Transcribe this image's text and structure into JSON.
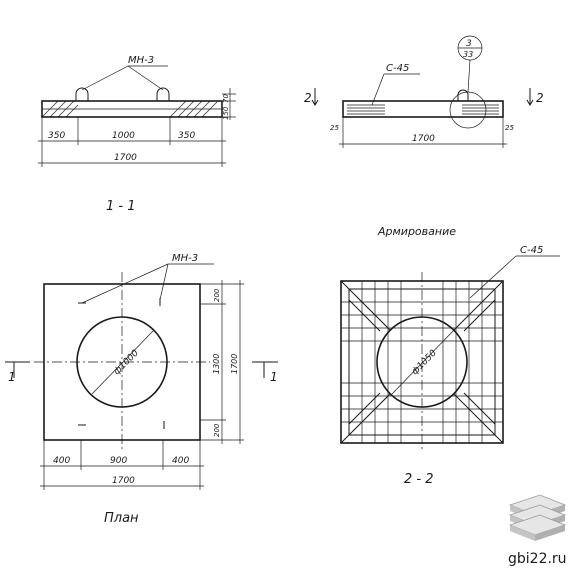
{
  "section_1_1": {
    "mark_label": "МН-3",
    "dims": {
      "left": "350",
      "middle": "1000",
      "right": "350",
      "total": "1700",
      "height_top": "70",
      "height_bottom": "150"
    },
    "title": "1 - 1"
  },
  "section_2_top": {
    "bar_label": "С-45",
    "callout_top": "3",
    "callout_bottom": "33",
    "cut_left": "2",
    "cut_right": "2",
    "cover_left": "25",
    "cover_right": "25",
    "total": "1700"
  },
  "plan": {
    "mark_label": "МН-3",
    "hole_dim": "ф1000",
    "dims_bottom": {
      "left": "400",
      "middle": "900",
      "right": "400",
      "total": "1700"
    },
    "dims_right": {
      "top": "200",
      "middle": "1300",
      "bottom": "200",
      "total": "1700"
    },
    "cut_left": "1",
    "cut_right": "1",
    "title": "План"
  },
  "reinforcement": {
    "heading": "Армирование",
    "bar_label": "С-45",
    "hole_dim": "ф1050",
    "title": "2 - 2"
  },
  "watermark": {
    "site": "gbi22.ru"
  },
  "colors": {
    "ink": "#1a1a1a",
    "paper": "#ffffff",
    "logo_light": "#e6e6e6",
    "logo_dark": "#9a9a9a"
  }
}
